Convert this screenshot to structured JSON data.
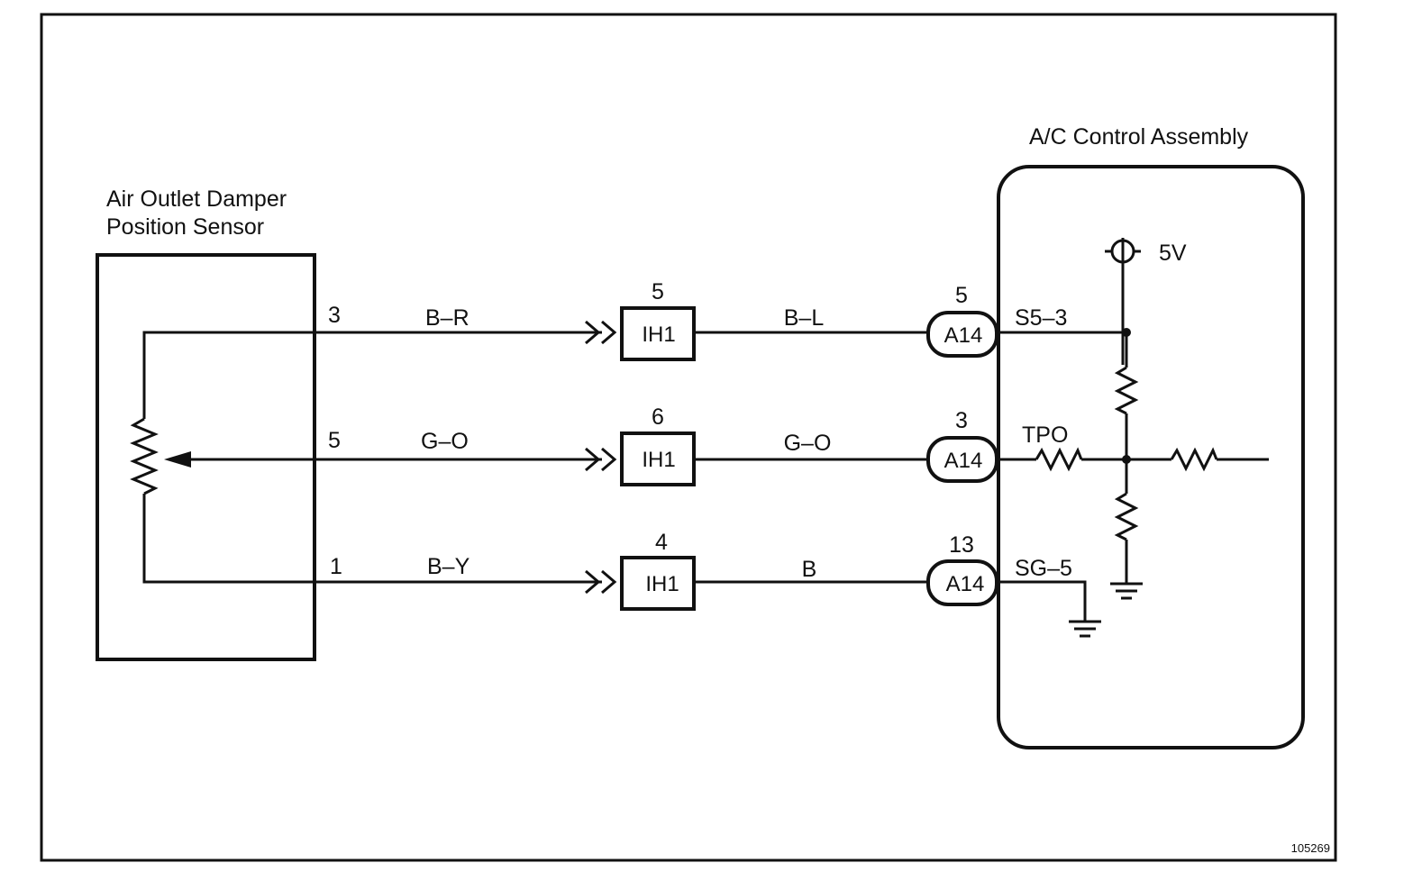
{
  "left_component": {
    "title_line1": "Air Outlet Damper",
    "title_line2": "Position Sensor",
    "pins": [
      "3",
      "5",
      "1"
    ]
  },
  "right_component": {
    "title": "A/C Control Assembly",
    "supply_label": "5V",
    "terminals": [
      "S5–3",
      "TPO",
      "SG–5"
    ]
  },
  "wires_left": [
    "B–R",
    "G–O",
    "B–Y"
  ],
  "wires_right": [
    "B–L",
    "G–O",
    "B"
  ],
  "ih_connectors": [
    {
      "name": "IH1",
      "pin": "5"
    },
    {
      "name": "IH1",
      "pin": "6"
    },
    {
      "name": "IH1",
      "pin": "4"
    }
  ],
  "a_connectors": [
    {
      "name": "A14",
      "pin": "5"
    },
    {
      "name": "A14",
      "pin": "3"
    },
    {
      "name": "A14",
      "pin": "13"
    }
  ],
  "figure_id": "105269"
}
